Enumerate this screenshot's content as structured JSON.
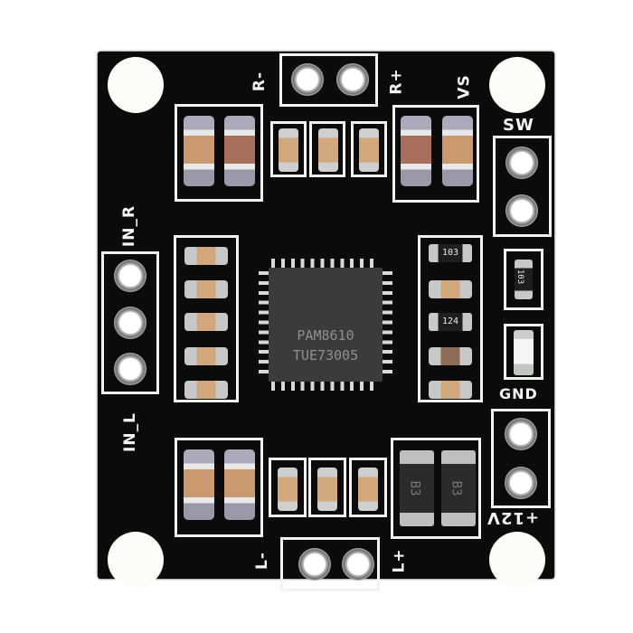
{
  "scene": {
    "description": "Product photo of a black PAM8610 stereo audio amplifier PCB module on white background",
    "background_color": "#ffffff",
    "board_color": "#0b0b0b",
    "silkscreen_color": "#f2f2f2"
  },
  "chip": {
    "line1": "PAM8610",
    "line2": "TUE73005"
  },
  "labels": {
    "r_minus": "R-",
    "r_plus": "R+",
    "vs": "VS",
    "sw": "SW",
    "in_r": "IN_R",
    "in_l": "IN_L",
    "gnd": "GND",
    "plus_12v": "+12V",
    "l_minus": "L-",
    "l_plus": "L+"
  },
  "resistors": {
    "r1": "103",
    "r2": "124",
    "r3": "103"
  },
  "diodes": {
    "d1": "B3",
    "d2": "B3"
  }
}
